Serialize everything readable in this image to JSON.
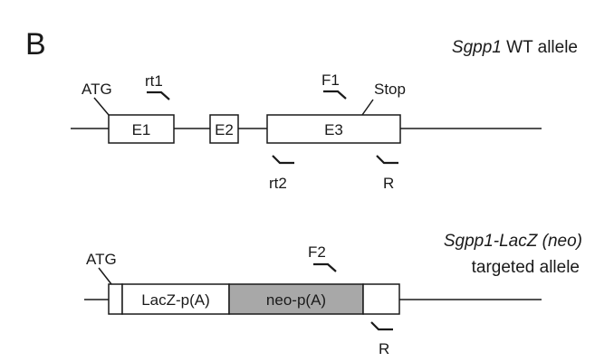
{
  "panel_letter": "B",
  "wt": {
    "title_gene": "Sgpp1",
    "title_rest": " WT allele",
    "atg": "ATG",
    "exons": [
      "E1",
      "E2",
      "E3"
    ],
    "stop": "Stop",
    "primers": {
      "rt1": "rt1",
      "f1": "F1",
      "rt2": "rt2",
      "r": "R"
    }
  },
  "targeted": {
    "title_line1": "Sgpp1-LacZ (neo)",
    "title_line2": "targeted allele",
    "atg": "ATG",
    "segments": {
      "lacz": "LacZ-p(A)",
      "neo": "neo-p(A)"
    },
    "primers": {
      "f2": "F2",
      "r": "R"
    },
    "colors": {
      "neo_fill": "#a8a8a8"
    }
  }
}
